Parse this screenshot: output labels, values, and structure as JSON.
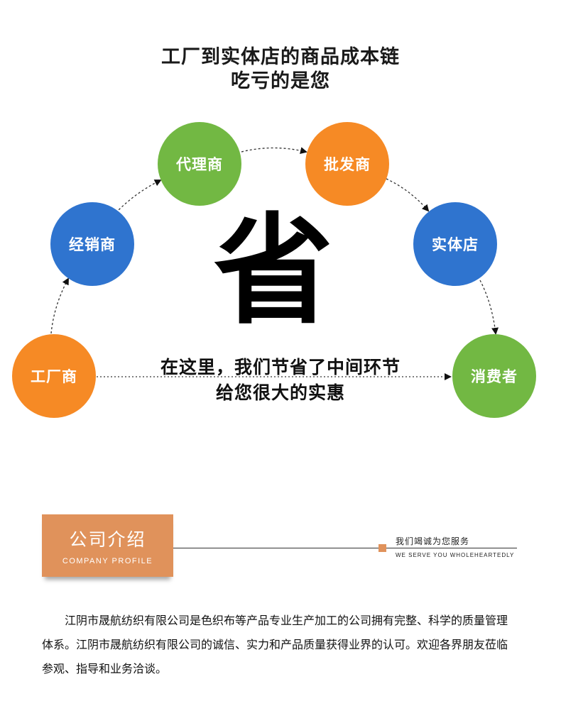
{
  "headline": {
    "line1": "工厂到实体店的商品成本链",
    "line2": "吃亏的是您"
  },
  "diagram": {
    "nodes": [
      {
        "id": "factory",
        "label": "工厂商",
        "color": "#f68a25"
      },
      {
        "id": "dealer",
        "label": "经销商",
        "color": "#2f74cf"
      },
      {
        "id": "agent",
        "label": "代理商",
        "color": "#72b843"
      },
      {
        "id": "wholesaler",
        "label": "批发商",
        "color": "#f68a25"
      },
      {
        "id": "store",
        "label": "实体店",
        "color": "#2f74cf"
      },
      {
        "id": "consumer",
        "label": "消费者",
        "color": "#72b843"
      }
    ],
    "center_char": "省",
    "slogan": {
      "line1": "在这里，我们节省了中间环节",
      "line2": "给您很大的实惠"
    }
  },
  "company_section": {
    "badge_title": "公司介绍",
    "badge_subtitle": "COMPANY PROFILE",
    "tagline_cn": "我们竭诚为您服务",
    "tagline_en": "WE SERVE YOU WHOLEHEARTEDLY",
    "accent_color": "#e0925b",
    "intro": "江阴市晟航纺织有限公司是色织布等产品专业生产加工的公司拥有完整、科学的质量管理体系。江阴市晟航纺织有限公司的诚信、实力和产品质量获得业界的认可。欢迎各界朋友莅临参观、指导和业务洽谈。"
  }
}
